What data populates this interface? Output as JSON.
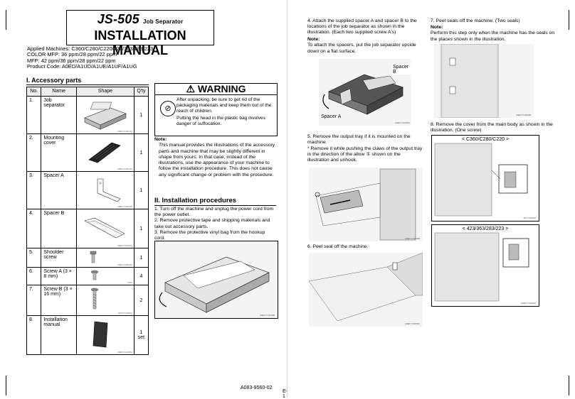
{
  "header": {
    "product": "JS-505",
    "subtitle": "Job Separator",
    "title": "INSTALLATION MANUAL",
    "applied": [
      "Applied Machines: C360/C280/C220/423/363/283/223",
      "COLOR MFP: 36 ppm/28 ppm/22 ppm",
      "MFP: 42 ppm/36 ppm/28 ppm/22 ppm",
      "Product Code: A0ED/A1UD/A1UE/A1UF/A1UG"
    ]
  },
  "accessory": {
    "heading": "I. Accessory parts",
    "columns": [
      "No.",
      "Name",
      "Shape",
      "Q'ty"
    ],
    "rows": [
      {
        "no": "1.",
        "name": "Job separator",
        "qty": "1",
        "code": "A0EKYC001DA"
      },
      {
        "no": "2.",
        "name": "Mounting cover",
        "qty": "1",
        "code": "A0EKYC002DA"
      },
      {
        "no": "3.",
        "name": "Spacer A",
        "qty": "1",
        "code": "A0EKYC003DA"
      },
      {
        "no": "4.",
        "name": "Spacer B",
        "qty": "1",
        "code": "A0EKYC004DA"
      },
      {
        "no": "5.",
        "name": "Shoulder screw",
        "qty": "1",
        "code": "A0EKYC005DA"
      },
      {
        "no": "6.",
        "name": "Screw A (3 × 8 mm)",
        "qty": "4",
        "code": "0736"
      },
      {
        "no": "7.",
        "name": "Screw B (3 × 16 mm)",
        "qty": "2",
        "code": "4051YC028DA"
      },
      {
        "no": "8.",
        "name": "Installation manual",
        "qty": "1 set",
        "code": "A0EKYC018DA"
      }
    ]
  },
  "warning": {
    "heading": "WARNING",
    "lines": [
      "After unpacking, be sure to get rid of the packaging materials and keep them out of the reach of children.",
      "Putting the head in the plastic bag involves danger of suffocation."
    ]
  },
  "note1": {
    "label": "Note:",
    "text": "This manual provides the illustrations of the accessory parts and machine that may be slightly different in shape from yours. In that case, instead of the illustrations, use the appearance of your machine to follow the installation procedure. This does not cause any significant change or problem with the procedure."
  },
  "procedures": {
    "heading": "II. Installation procedures",
    "steps": [
      "1. Turn off the machine and unplug the power cord from the power outlet.",
      "2. Remove protective tape and shipping materials and take out accessory parts.",
      "3. Remove the protective vinyl bag from the hookup cord."
    ],
    "fig_code": "A0EKYC013DB"
  },
  "right": {
    "step4": "4. Attach the supplied spacer A and spacer B to the locations of the job separator as shown in the illustration. (Each two supplied screw A's)",
    "step4_note_label": "Note:",
    "step4_note": "To attach the spacers, put the job separator upside down on a flat surface.",
    "spacer_b": "Spacer B",
    "spacer_a": "Spacer A",
    "fig4_code": "A0EKYC015DA",
    "step5": "5. Remove the output tray if it is mounted on the machine.",
    "step5_bullet": "* Remove it while pushing the claws of the output tray in the direction of the allow ① shown on the illustration and unhook.",
    "fig5_code": "A0EKYC030DB",
    "step6": "6. Peel seal off the machine.",
    "fig6_code": "A0EKYC049DA",
    "step7": "7. Peel seals off the machine. (Two seals)",
    "step7_note_label": "Note:",
    "step7_note": "Perform this step only when the machine has the seals on the places shown in the illustration.",
    "fig7_code": "A0EKYC032DB",
    "step8": "8. Remove the cover from the main body as shown in the illustration. (One screw)",
    "model1": "< C360/C280/C220 >",
    "fig8a_code": "EKYC033DA",
    "model2": "< 423/363/283/223 >",
    "fig8b_code": "A0EKYC048DA"
  },
  "footer": {
    "doc_code": "A083-9560-02",
    "page": "E-1"
  }
}
